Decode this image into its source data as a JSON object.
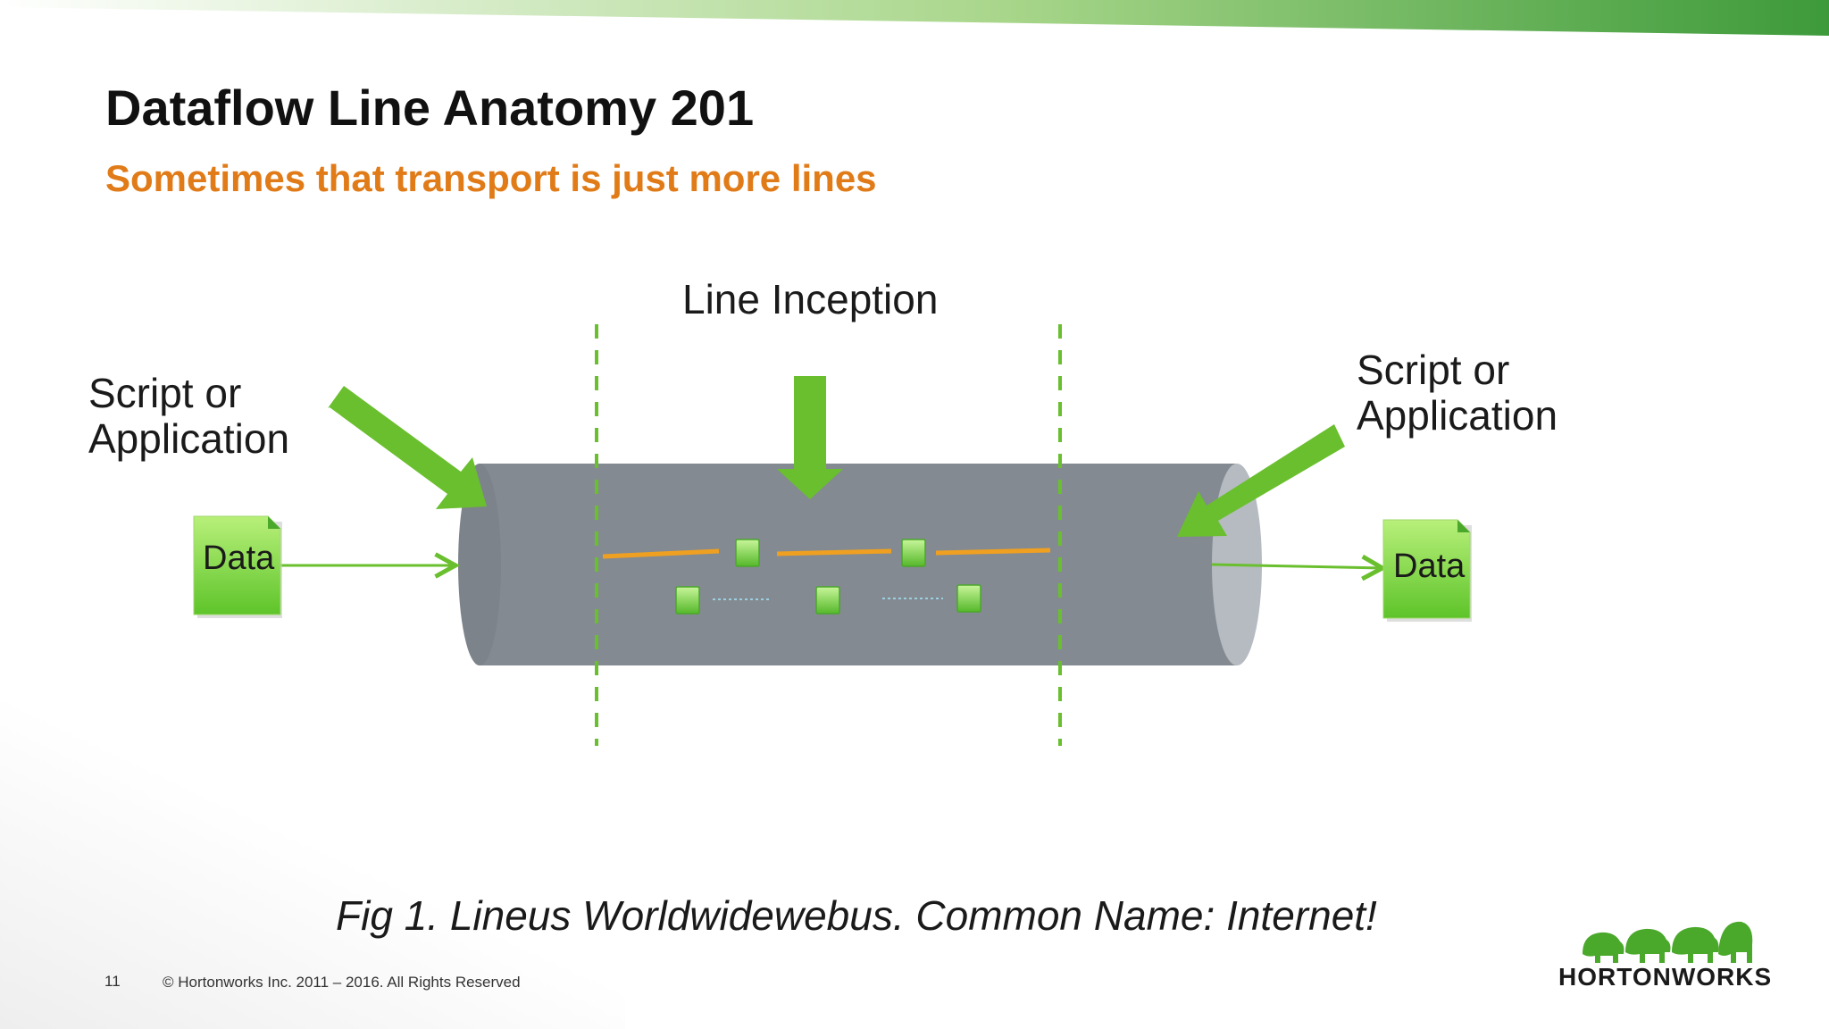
{
  "slide": {
    "title": "Dataflow Line Anatomy 201",
    "subtitle": "Sometimes that transport is just more lines",
    "caption": "Fig 1.  Lineus Worldwidewebus. Common Name: Internet!",
    "footer": {
      "page_number": "11",
      "copyright": "© Hortonworks Inc. 2011 – 2016. All Rights Reserved",
      "brand": "HORTONWORKS"
    }
  },
  "diagram": {
    "top_label": "Line Inception",
    "left_source": {
      "line1": "Script or",
      "line2": "Application"
    },
    "right_source": {
      "line1": "Script or",
      "line2": "Application"
    },
    "left_data": "Data",
    "right_data": "Data"
  },
  "colors": {
    "title": "#111111",
    "subtitle": "#e07b18",
    "arrow_green": "#6abf2e",
    "pipe_gray": "#838a91",
    "inner_line_orange": "#f0a020"
  }
}
